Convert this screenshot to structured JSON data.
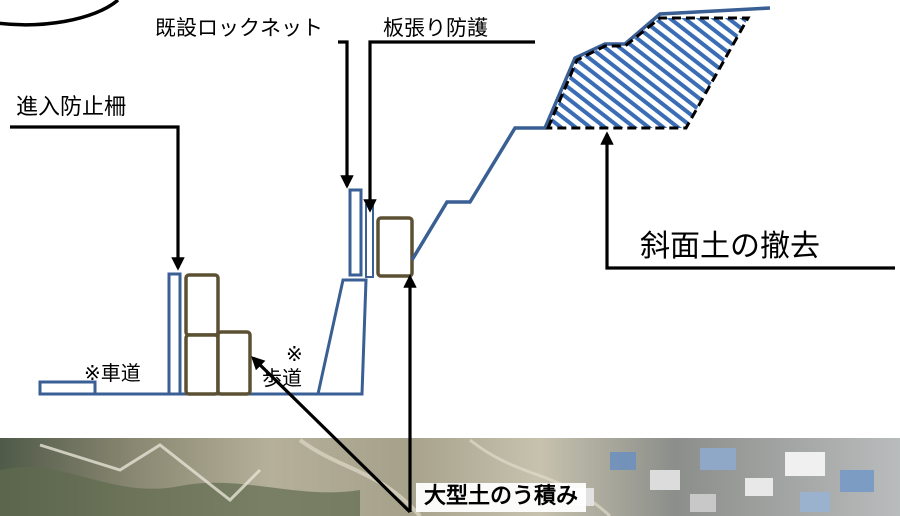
{
  "labels": {
    "rocknet": "既設ロックネット",
    "boards": "板張り防護",
    "fence": "進入防止柵",
    "removal": "斜面土の撤去",
    "road": "※車道",
    "sidewalk": "歩道",
    "sidewalk_mark": "※",
    "sandbags": "大型土のう積み"
  },
  "colors": {
    "structure": "#3a5f94",
    "sandbag": "#5b5032",
    "leader": "#000000",
    "hatch": "#3a6db5"
  },
  "icons": {
    "arrow": "arrowhead-icon"
  }
}
